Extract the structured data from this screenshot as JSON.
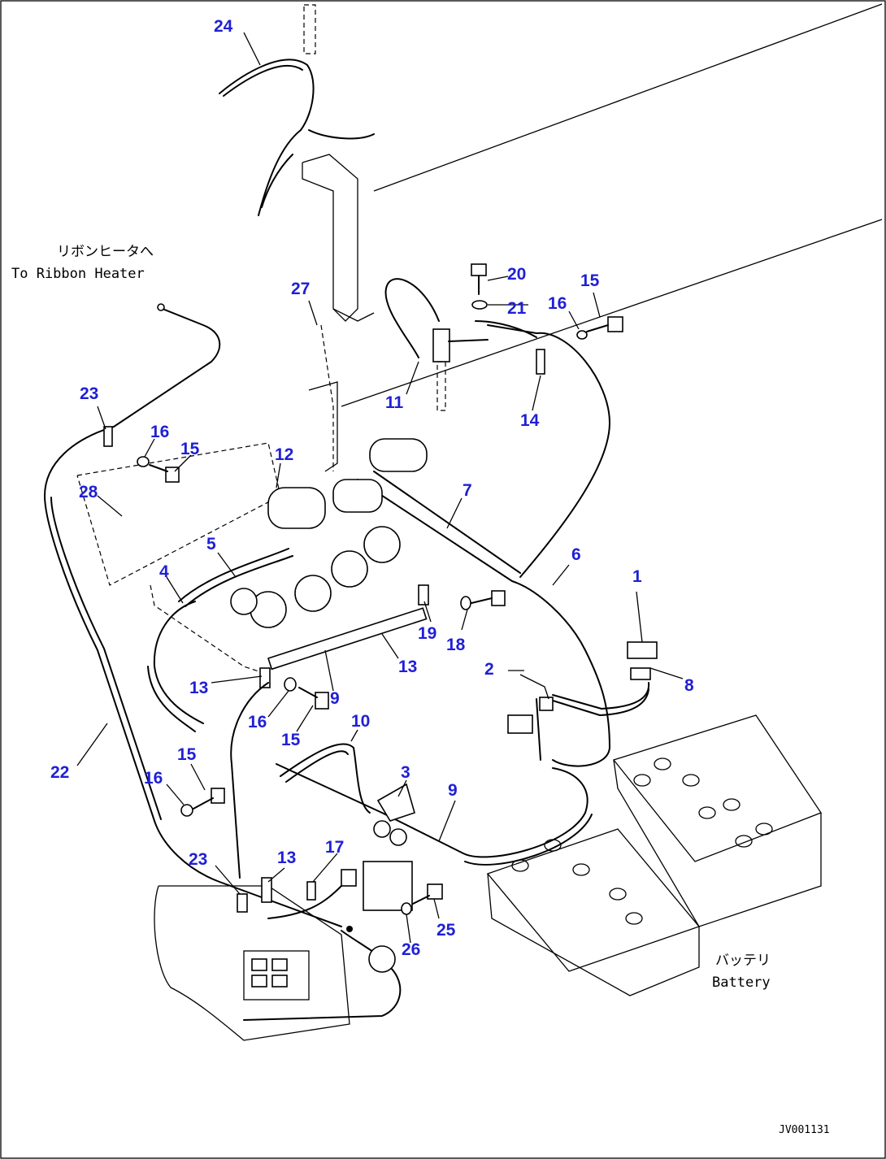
{
  "diagram": {
    "callouts": [
      "24",
      "27",
      "20",
      "21",
      "15",
      "16",
      "11",
      "14",
      "23",
      "16",
      "15",
      "12",
      "28",
      "7",
      "5",
      "4",
      "6",
      "1",
      "19",
      "18",
      "13",
      "2",
      "8",
      "13",
      "9",
      "16",
      "15",
      "10",
      "22",
      "15",
      "16",
      "3",
      "9",
      "23",
      "13",
      "17",
      "25",
      "26"
    ],
    "notes": {
      "ribbon_heater_jp": "リボンヒータへ",
      "ribbon_heater_en": "To Ribbon Heater",
      "battery_jp": "バッテリ",
      "battery_en": "Battery"
    },
    "reference_code": "JV001131"
  }
}
